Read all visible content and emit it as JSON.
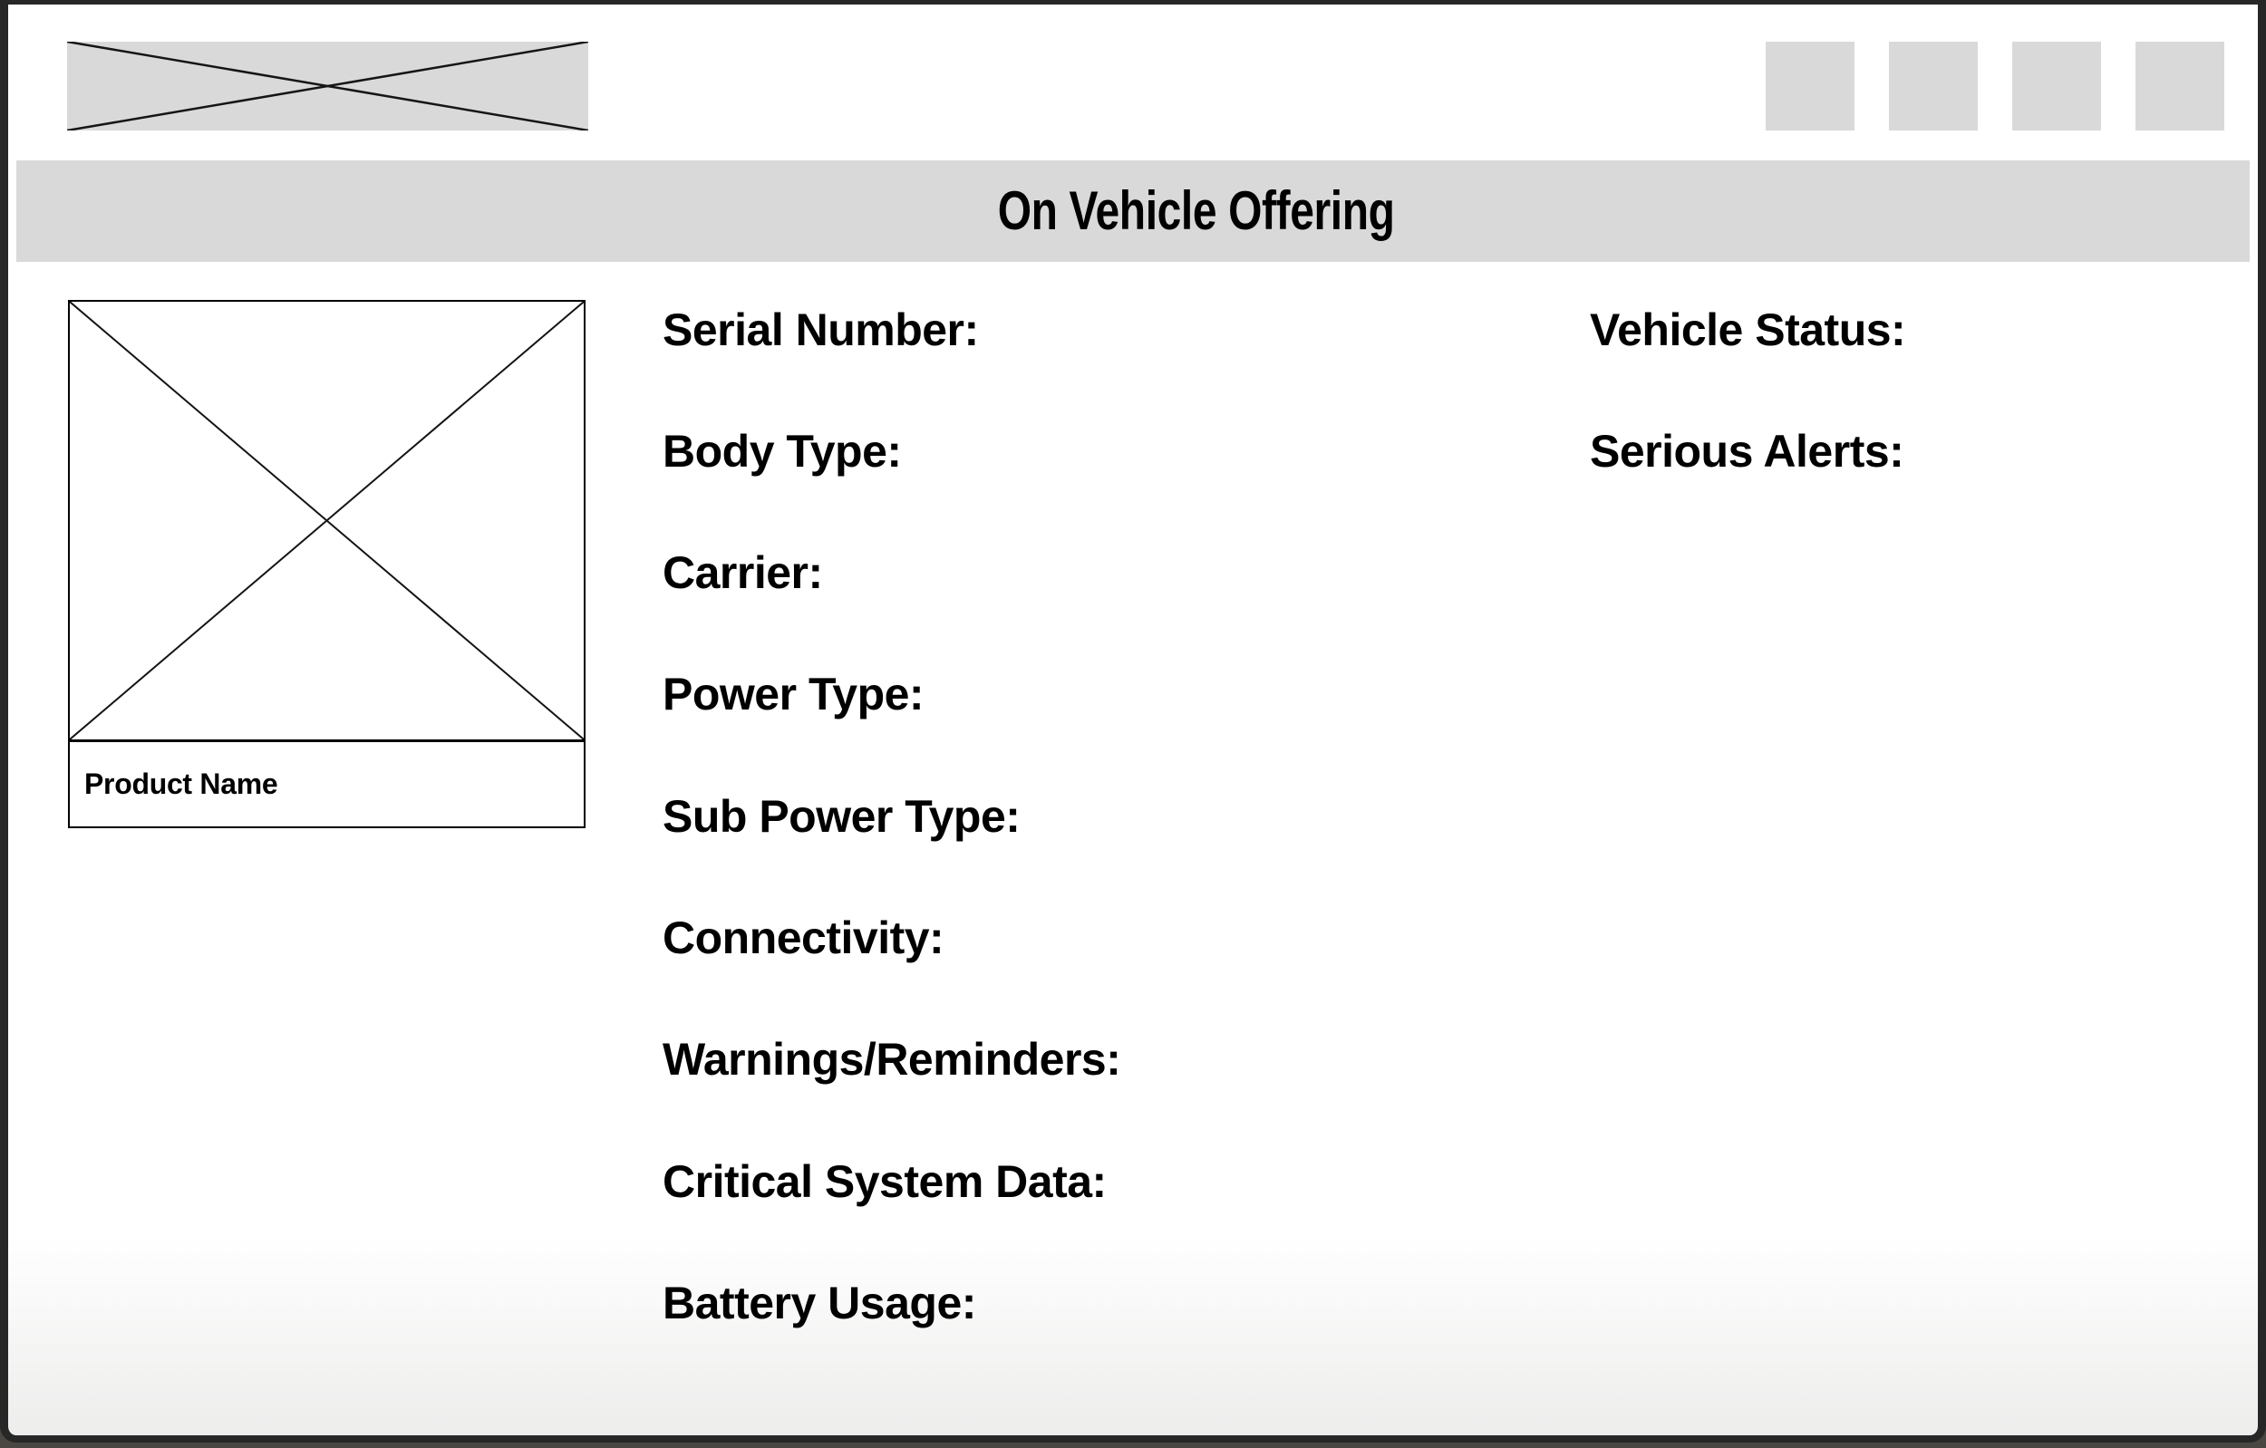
{
  "header": {
    "title": "On Vehicle Offering"
  },
  "topbar": {
    "logo_placeholder": "crossed-box-image-placeholder",
    "buttons": [
      "placeholder-1",
      "placeholder-2",
      "placeholder-3",
      "placeholder-4"
    ]
  },
  "product": {
    "name": "Product Name",
    "image_placeholder": "crossed-box-image-placeholder"
  },
  "fields": {
    "left": [
      "Serial Number:",
      "Body Type:",
      "Carrier:",
      "Power Type:",
      "Sub Power Type:",
      "Connectivity:",
      "Warnings/Reminders:",
      "Critical System Data:",
      "Battery Usage:"
    ],
    "right": [
      "Vehicle Status:",
      "Serious Alerts:"
    ]
  },
  "colors": {
    "placeholder_gray": "#d9d9d9",
    "band_gray": "#d9d9d9",
    "frame_dark": "#272727",
    "desktop_edge": "#4a4742",
    "text": "#000000"
  }
}
